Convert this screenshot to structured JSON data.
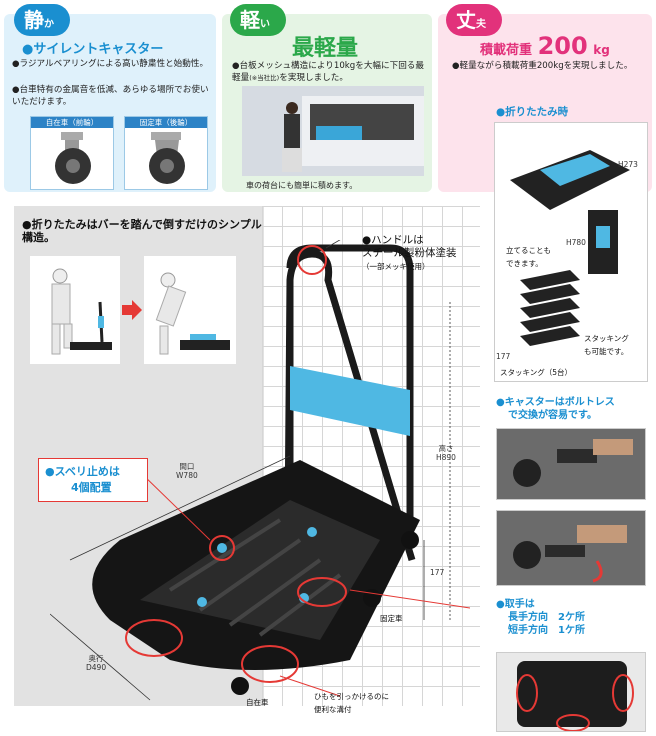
{
  "colors": {
    "blue": "#1a8fd0",
    "green": "#2ba84a",
    "pink": "#e2327b",
    "red": "#e53935",
    "accent_cyan": "#4fb8e3"
  },
  "features": [
    {
      "badge_main": "静",
      "badge_sub": "か",
      "title": "●サイレントキャスター",
      "bullets": [
        "●ラジアルベアリングによる高い静粛性と始動性。",
        "●台車特有の金属音を低減、あらゆる場所でお使いいただけます。"
      ],
      "casters": [
        {
          "label": "自在車（前輪）"
        },
        {
          "label": "固定車（後輪）"
        }
      ]
    },
    {
      "badge_main": "軽",
      "badge_sub": "い",
      "title": "最軽量",
      "bullets": [
        "●台板メッシュ構造により10kgを大幅に下回る最軽量",
        "(※当社比)",
        "を実現しました。"
      ],
      "caption": "車の荷台にも簡単に積めます。"
    },
    {
      "badge_main": "丈",
      "badge_sub": "夫",
      "title_prefix": "積載荷重",
      "title_value": "200",
      "title_unit": "kg",
      "bullets": [
        "●軽量ながら積載荷重200kgを実現しました。"
      ]
    }
  ],
  "fold": {
    "heading": "●折りたたみはバーを踏んで倒すだけのシンプル構造。"
  },
  "callouts": {
    "handle": "●ハンドルは",
    "handle2": "スチール製粉体塗装",
    "handle_note": "（一部メッキ使用）",
    "antislip": "●スベリ止めは",
    "antislip2": "4個配置",
    "grip": "●取手は",
    "grip_long": "長手方向　2ケ所",
    "grip_short": "短手方向　1ケ所",
    "hook": "ひもを引っかけるのに",
    "hook2": "便利な溝付",
    "fixed_wheel": "固定車",
    "swivel_wheel": "自在車",
    "bolt": "●キャスターはボルトレス",
    "bolt2": "で交換が容易です。"
  },
  "dimensions": {
    "width_label": "間口",
    "width_value": "W780",
    "height_label": "高さ",
    "height_value": "H890",
    "depth_label": "奥行",
    "depth_value": "D490",
    "deck_height": "177",
    "folded_height": "H273",
    "stand_height": "H780",
    "stack_height": "177"
  },
  "folding_panel": {
    "title": "●折りたたみ時",
    "stand": "立てることも",
    "stand2": "できます。",
    "stack_label": "スタッキング（5台）",
    "stack_note": "スタッキング",
    "stack_note2": "も可能です。"
  }
}
